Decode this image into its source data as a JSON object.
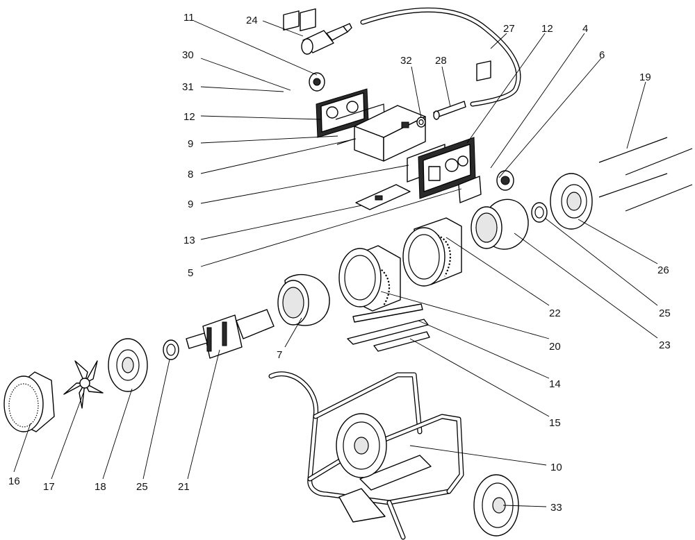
{
  "labels": {
    "l11": "11",
    "l24": "24",
    "l30": "30",
    "l31": "31",
    "l12a": "12",
    "l9a": "9",
    "l8": "8",
    "l9b": "9",
    "l13": "13",
    "l5": "5",
    "l32": "32",
    "l28": "28",
    "l27": "27",
    "l12b": "12",
    "l4": "4",
    "l6": "6",
    "l19": "19",
    "l26": "26",
    "l25a": "25",
    "l22": "22",
    "l23": "23",
    "l20": "20",
    "l14": "14",
    "l15": "15",
    "l10": "10",
    "l33": "33",
    "l7": "7",
    "l16": "16",
    "l17": "17",
    "l18": "18",
    "l25b": "25",
    "l21": "21"
  }
}
